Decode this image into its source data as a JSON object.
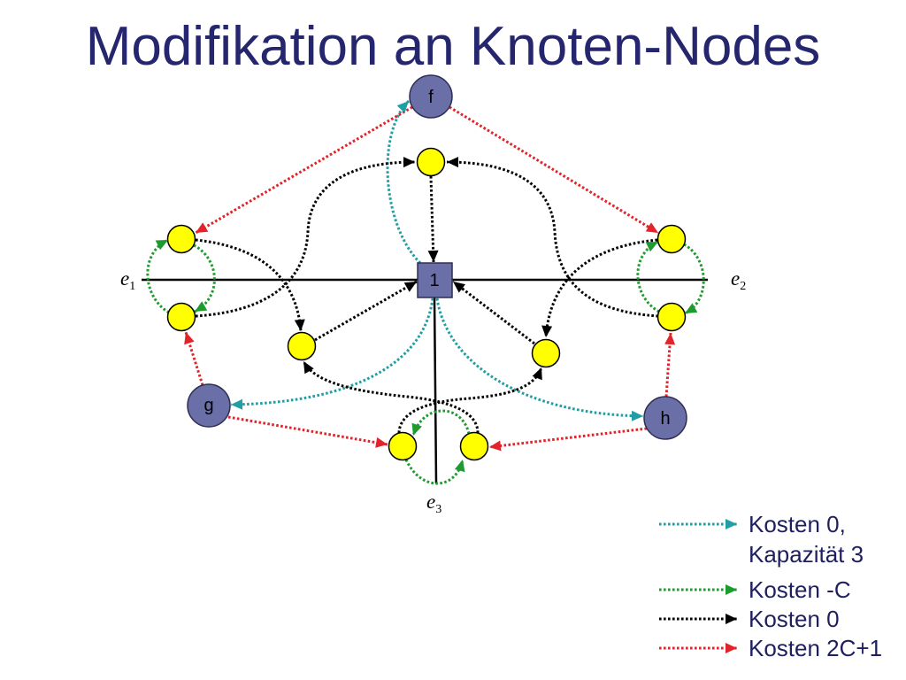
{
  "title": "Modifikation an Knoten-Nodes",
  "nodes": {
    "f": "f",
    "g": "g",
    "h": "h",
    "square": "1"
  },
  "axes": {
    "e1": {
      "base": "e",
      "sub": "1"
    },
    "e2": {
      "base": "e",
      "sub": "2"
    },
    "e3": {
      "base": "e",
      "sub": "3"
    }
  },
  "legend": [
    {
      "lines": [
        "Kosten 0,",
        "Kapazität 3"
      ]
    },
    {
      "lines": [
        "Kosten -C"
      ]
    },
    {
      "lines": [
        "Kosten 0"
      ]
    },
    {
      "lines": [
        "Kosten 2C+1"
      ]
    }
  ],
  "colors": {
    "cost0_cap3": "#1f9ea3",
    "cost_minus_c": "#1e9b2e",
    "cost0": "#000000",
    "cost_2c1": "#e3232a",
    "node_fill": "#6b6fa8",
    "node_stroke": "#2e2e52",
    "yellow_fill": "#ffff00",
    "yellow_stroke": "#000000",
    "axis": "#000000",
    "title_text": "#26266f",
    "legend_text": "#1f1f5f"
  }
}
